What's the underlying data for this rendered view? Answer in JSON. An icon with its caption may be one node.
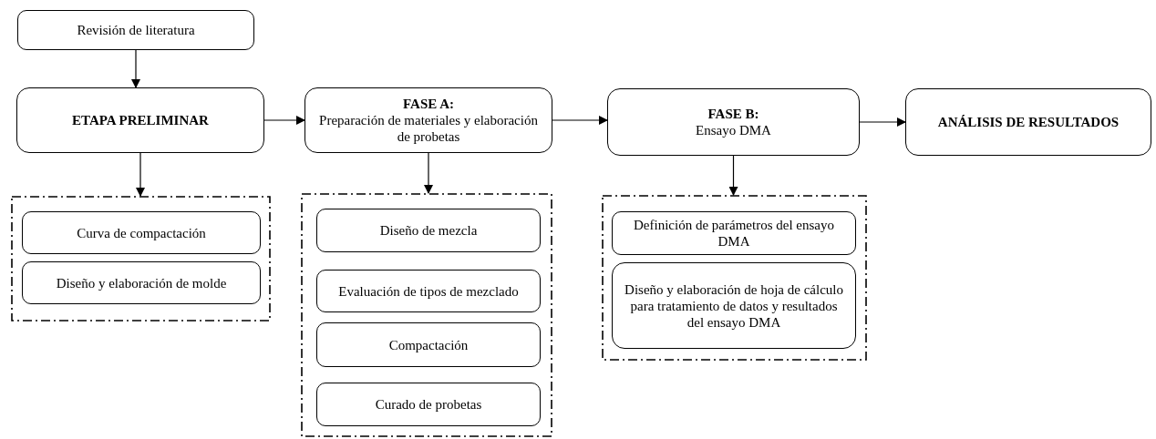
{
  "diagram": {
    "nodes": [
      {
        "text": [
          "Revisión de literatura"
        ]
      },
      {
        "text": [
          "ETAPA PRELIMINAR"
        ]
      },
      {
        "text": [
          "FASE A:",
          "Preparación de materiales y elaboración de probetas"
        ]
      },
      {
        "text": [
          "FASE B:",
          "Ensayo DMA"
        ]
      },
      {
        "text": [
          "ANÁLISIS DE RESULTADOS"
        ]
      },
      {
        "text": [],
        "shape": "box"
      },
      {
        "text": [
          "Curva de compactación"
        ],
        "in": 5
      },
      {
        "text": [
          "Diseño y elaboración de molde"
        ],
        "in": 5
      },
      {
        "text": [],
        "shape": "box"
      },
      {
        "text": [
          "Diseño de mezcla"
        ],
        "in": 8
      },
      {
        "text": [
          "Evaluación de tipos de mezclado"
        ],
        "in": 8
      },
      {
        "text": [
          "Compactación"
        ],
        "in": 8
      },
      {
        "text": [
          "Curado de probetas"
        ],
        "in": 8
      },
      {
        "text": [],
        "shape": "box"
      },
      {
        "text": [
          "Definición de parámetros del ensayo DMA"
        ],
        "in": 13
      },
      {
        "text": [
          "Diseño y elaboración de hoja de cálculo para tratamiento de datos y resultados del ensayo DMA"
        ],
        "in": 13
      }
    ],
    "edges": [
      {
        "from": 0,
        "to": 1,
        "arrow": "to"
      },
      {
        "from": 1,
        "to": 2,
        "arrow": "to"
      },
      {
        "from": 2,
        "to": 3,
        "arrow": "to"
      },
      {
        "from": 3,
        "to": 4,
        "arrow": "to"
      },
      {
        "from": 1,
        "to": 5,
        "arrow": "to"
      },
      {
        "from": 2,
        "to": 8,
        "arrow": "to"
      },
      {
        "from": 3,
        "to": 13,
        "arrow": "to"
      }
    ]
  }
}
